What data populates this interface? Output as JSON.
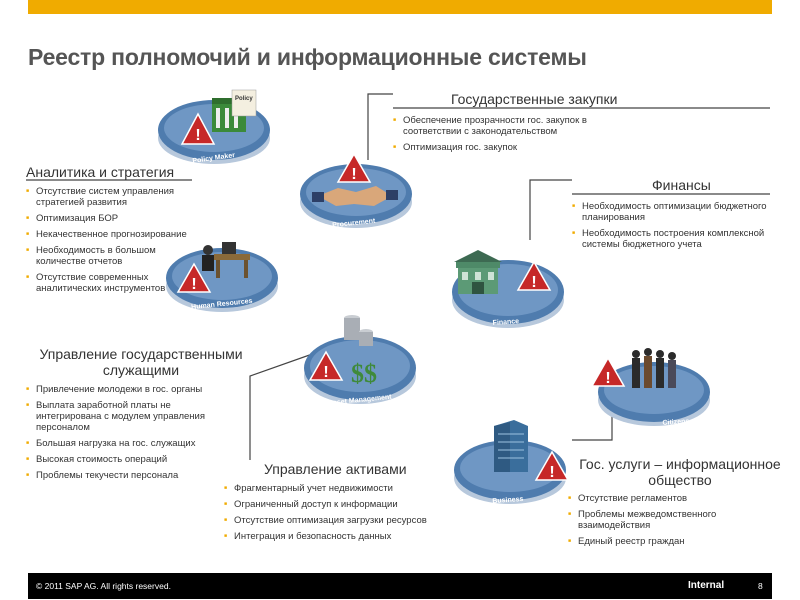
{
  "title": "Реестр полномочий и информационные системы",
  "discs": {
    "policy": {
      "label": "Policy Maker",
      "sign": "Policy"
    },
    "procurement": {
      "label": "Procurement"
    },
    "hr": {
      "label": "Human Resources"
    },
    "finance": {
      "label": "Finance"
    },
    "asset": {
      "label": "Asset Management"
    },
    "citizens": {
      "label": "Citizens"
    },
    "business": {
      "label": "Business"
    }
  },
  "blocks": {
    "analytics": {
      "heading": "Аналитика и стратегия",
      "items": [
        "Отсутствие систем управления стратегией развития",
        "Оптимизация БОР",
        "Некачественное прогнозирование",
        "Необходимость в большом количестве отчетов",
        "Отсутствие современных аналитических инструментов"
      ]
    },
    "procurement": {
      "heading": "Государственные закупки",
      "items": [
        "Обеспечение прозрачности гос. закупок в соответствии с законодательством",
        "Оптимизация гос. закупок"
      ]
    },
    "finance": {
      "heading": "Финансы",
      "items": [
        "Необходимость оптимизации бюджетного планирования",
        "Необходимость построения комплексной системы бюджетного учета"
      ]
    },
    "hr": {
      "heading": "Управление государственными служащими",
      "items": [
        "Привлечение молодежи в гос. органы",
        "Выплата заработной платы не интегрирована с модулем управления персоналом",
        "Большая нагрузка на гос. служащих",
        "Высокая стоимость операций",
        "Проблемы текучести персонала"
      ]
    },
    "assets": {
      "heading": "Управление активами",
      "items": [
        "Фрагментарный учет недвижимости",
        "Ограниченный доступ к информации",
        "Отсутствие оптимизация загрузки ресурсов",
        "Интеграция и безопасность данных"
      ]
    },
    "gov": {
      "heading": "Гос. услуги – информационное общество",
      "items": [
        "Отсутствие регламентов",
        "Проблемы межведомственного взаимодействия",
        "Единый реестр граждан"
      ]
    }
  },
  "footer": {
    "copyright": "© 2011 SAP AG. All rights reserved.",
    "classification": "Internal",
    "page": "8"
  },
  "colors": {
    "accent": "#f0ab00",
    "warning": "#c62828",
    "disc_top": "#4f7cae",
    "disc_rim": "#b7c8dc"
  },
  "icons": [
    "warning-icon",
    "policy-building-icon",
    "handshake-icon",
    "office-desk-icon",
    "bank-building-icon",
    "coins-dollar-icon",
    "people-icon",
    "office-tower-icon"
  ]
}
